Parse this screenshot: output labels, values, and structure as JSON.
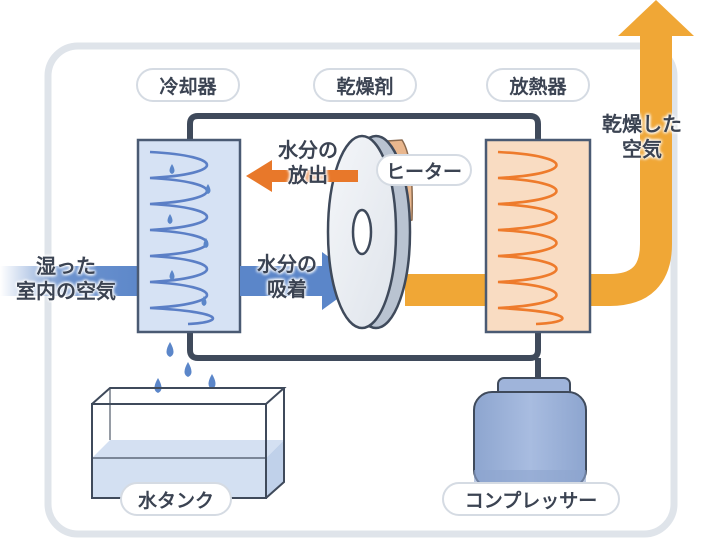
{
  "labels": {
    "cooler": "冷却器",
    "desiccant": "乾燥剤",
    "radiator": "放熱器",
    "heater": "ヒーター",
    "release_line1": "水分の",
    "release_line2": "放出",
    "adsorb_line1": "水分の",
    "adsorb_line2": "吸着",
    "humid_air_line1": "湿った",
    "humid_air_line2": "室内の空気",
    "dry_air_line1": "乾燥した",
    "dry_air_line2": "空気",
    "water_tank": "水タンク",
    "compressor": "コンプレッサー"
  },
  "colors": {
    "air_flow_blue": "#5b86c9",
    "dry_air_orange": "#f0a736",
    "release_arrow_orange": "#e8782a",
    "coil_blue": "#5b7fc6",
    "coil_orange": "#ee7b2c",
    "pipe": "#3f4a5b",
    "frame": "#dfe4ea"
  }
}
